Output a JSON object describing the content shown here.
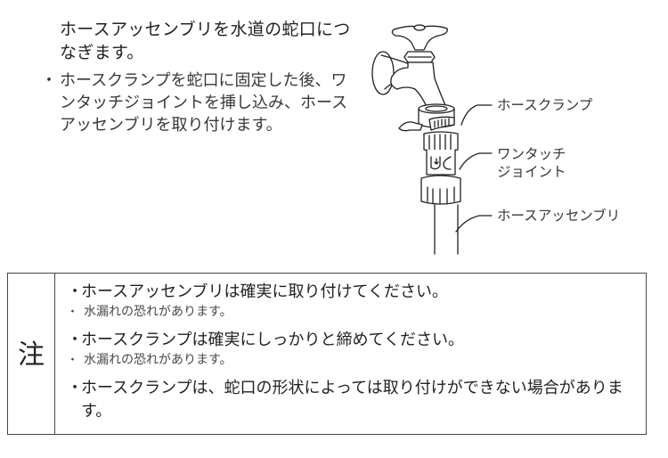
{
  "instruction": {
    "title": "ホースアッセンブリを水道の蛇口につなぎます。",
    "bullet": "・",
    "body": "ホースクランプを蛇口に固定した後、ワンタッチジョイントを挿し込み、ホースアッセンブリを取り付けます。"
  },
  "illustration": {
    "callouts": [
      {
        "label": "ホースクランプ"
      },
      {
        "label_line1": "ワンタッチ",
        "label_line2": "ジョイント"
      },
      {
        "label": "ホースアッセンブリ"
      }
    ]
  },
  "note": {
    "label": "注",
    "items": [
      {
        "bullet": "・",
        "text": "ホースアッセンブリは確実に取り付けてください。",
        "sub_bullet": "・",
        "sub": "水漏れの恐れがあります。"
      },
      {
        "bullet": "・",
        "text": "ホースクランプは確実にしっかりと締めてください。",
        "sub_bullet": "・",
        "sub": "水漏れの恐れがあります。"
      },
      {
        "bullet": "・",
        "text": "ホースクランプは、蛇口の形状によっては取り付けができない場合があります。"
      }
    ]
  },
  "colors": {
    "text": "#231f20",
    "border": "#4a4647"
  }
}
